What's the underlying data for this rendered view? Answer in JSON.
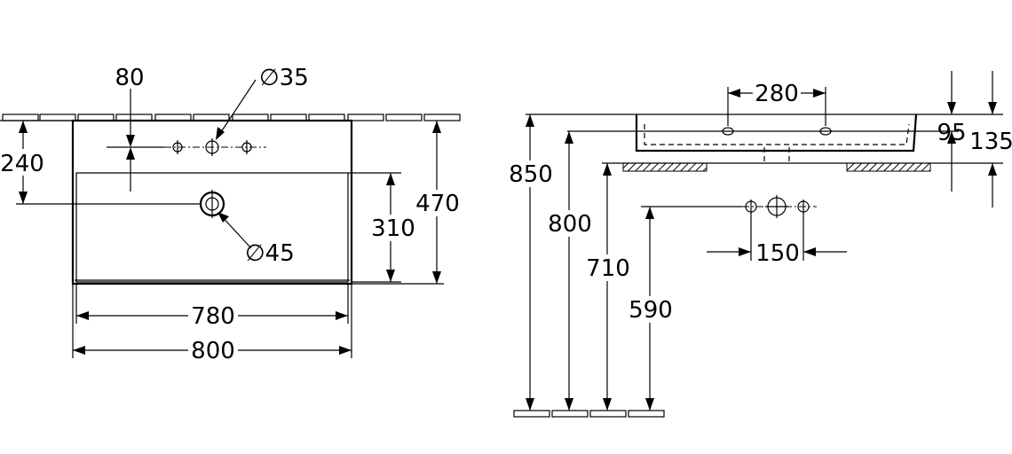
{
  "plan_view": {
    "dim_80": "80",
    "dim_d35": "∅35",
    "dim_240": "240",
    "dim_d45": "∅45",
    "dim_310": "310",
    "dim_470": "470",
    "dim_780": "780",
    "dim_800": "800"
  },
  "side_view": {
    "dim_280": "280",
    "dim_95": "95",
    "dim_135": "135",
    "dim_850": "850",
    "dim_800": "800",
    "dim_710": "710",
    "dim_590": "590",
    "dim_150": "150"
  }
}
